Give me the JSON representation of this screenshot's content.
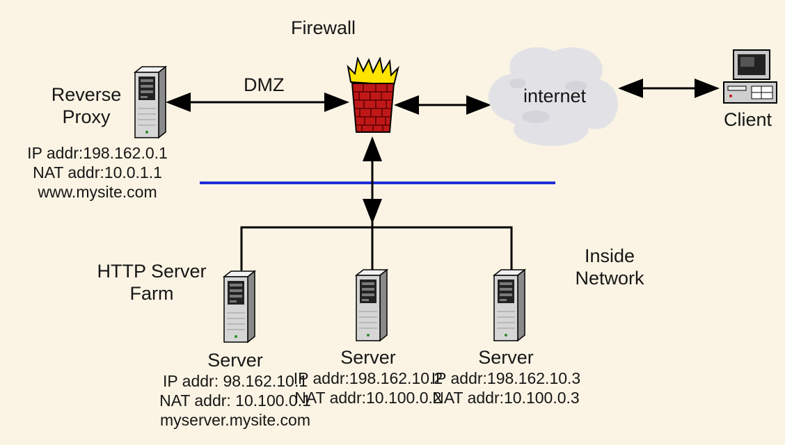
{
  "diagram": {
    "colors": {
      "background": "#fbf4e4",
      "link": "#000000",
      "dmz_boundary": "#1f2fd6",
      "firewall_brick": "#c01818",
      "firewall_flame": "#ffe400",
      "cloud": "#e2e2e6"
    },
    "firewall": {
      "label": "Firewall",
      "icon": "firewall-icon"
    },
    "dmz": {
      "label": "DMZ"
    },
    "internet": {
      "label": "internet",
      "icon": "cloud-icon"
    },
    "client": {
      "label": "Client",
      "icon": "computer-icon"
    },
    "reverse_proxy": {
      "name_line1": "Reverse",
      "name_line2": "Proxy",
      "ip": "IP addr:198.162.0.1",
      "nat": "NAT addr:10.0.1.1",
      "host": "www.mysite.com",
      "icon": "server-tower-icon"
    },
    "server_farm": {
      "line1": "HTTP Server",
      "line2": "Farm"
    },
    "inside_network": {
      "line1": "Inside",
      "line2": "Network"
    },
    "servers": [
      {
        "label": "Server",
        "ip": "IP addr: 98.162.10.1",
        "nat": "NAT addr: 10.100.0.1",
        "host": "myserver.mysite.com",
        "icon": "server-tower-icon"
      },
      {
        "label": "Server",
        "ip": "IP addr:198.162.10.2",
        "nat": "NAT addr:10.100.0.2",
        "host": "",
        "icon": "server-tower-icon"
      },
      {
        "label": "Server",
        "ip": "IP addr:198.162.10.3",
        "nat": "NAT addr:10.100.0.3",
        "host": "",
        "icon": "server-tower-icon"
      }
    ]
  }
}
